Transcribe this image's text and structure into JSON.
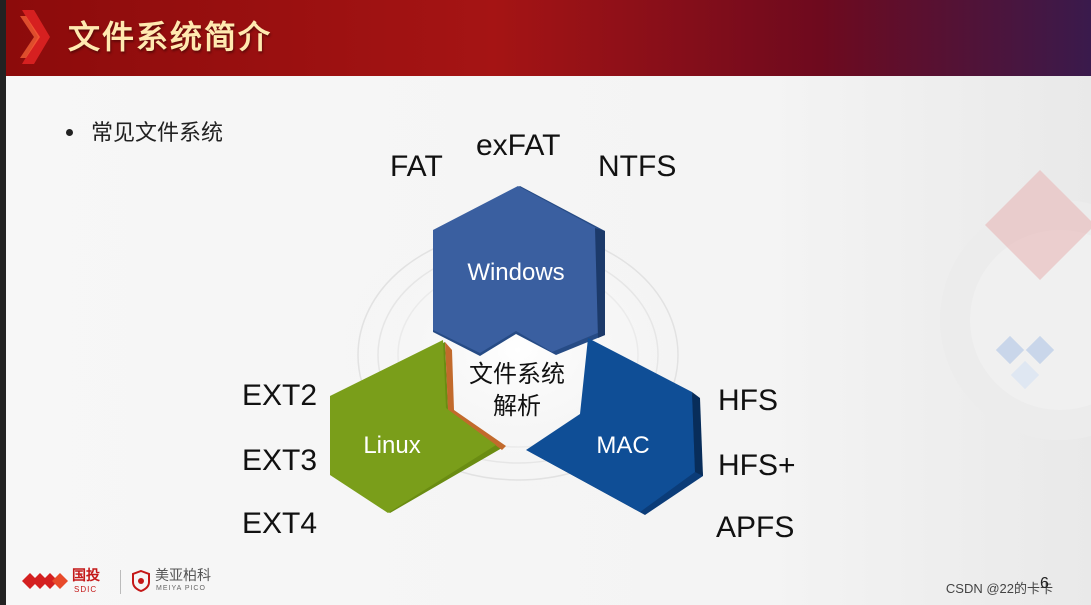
{
  "slide": {
    "title": "文件系统简介",
    "bullet": "常见文件系统",
    "page_number": "6"
  },
  "diagram": {
    "center_label": [
      "文件系统",
      "解析"
    ],
    "windows": {
      "label": "Windows",
      "color": "#3a5fa0",
      "filesystems": [
        "FAT",
        "exFAT",
        "NTFS"
      ]
    },
    "linux": {
      "label": "Linux",
      "color": "#7a9e1a",
      "filesystems": [
        "EXT2",
        "EXT3",
        "EXT4"
      ]
    },
    "mac": {
      "label": "MAC",
      "color": "#0f4e96",
      "filesystems": [
        "HFS",
        "HFS+",
        "APFS"
      ]
    }
  },
  "footer": {
    "sdic_cn": "国投",
    "sdic_en": "SDIC",
    "meiya_cn": "美亚柏科",
    "meiya_en": "MEIYA PICO",
    "watermark": "CSDN @22的卡卡"
  }
}
